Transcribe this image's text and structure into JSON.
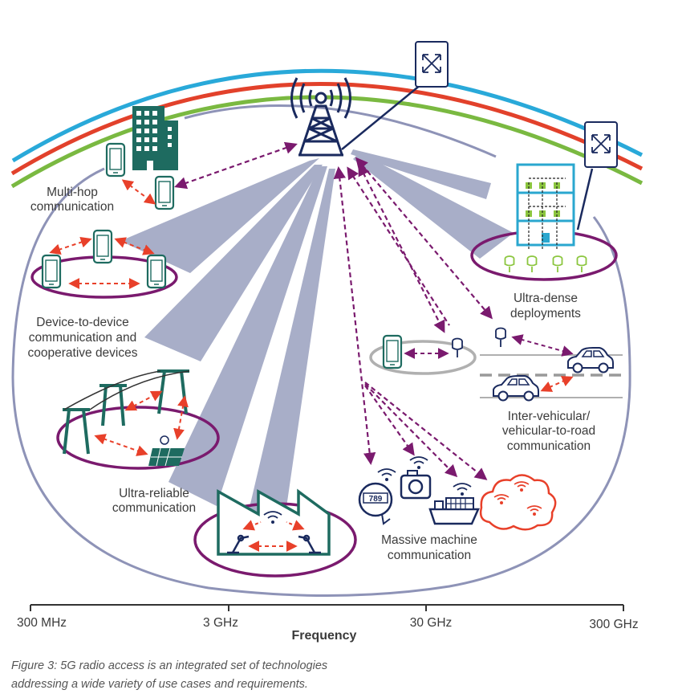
{
  "labels": {
    "multihop": [
      "Multi-hop",
      "communication"
    ],
    "d2d": [
      "Device-to-device",
      "communication and",
      "cooperative devices"
    ],
    "reliable": [
      "Ultra-reliable",
      "communication"
    ],
    "dense": [
      "Ultra-dense",
      "deployments"
    ],
    "vehicular": [
      "Inter-vehicular/",
      "vehicular-to-road",
      "communication"
    ],
    "machine": [
      "Massive machine",
      "communication"
    ]
  },
  "axis": {
    "ticks": [
      "300 MHz",
      "3 GHz",
      "30 GHz",
      "300 GHz"
    ],
    "title": "Frequency"
  },
  "meter_reading": "789",
  "caption": [
    "Figure 3: 5G radio access is an integrated set of technologies",
    "addressing a wide variety of use cases and requirements."
  ],
  "colors": {
    "navy": "#1a2a5e",
    "purple": "#7a1a6e",
    "red": "#e8402a",
    "teal": "#1e6b60",
    "beam": "#a8aec8",
    "arc_blue": "#29a9d9",
    "arc_red": "#e2412b",
    "arc_green": "#7ab941",
    "building_cyan": "#2aa7cf",
    "leaf_green": "#8cc63f",
    "gray": "#9a9a9a"
  },
  "icons": [
    "cell-tower-icon",
    "base-station-icon",
    "smartphone-icon",
    "building-icon",
    "factory-icon",
    "robot-arm-icon",
    "solar-panel-icon",
    "car-icon",
    "ship-icon",
    "camera-icon",
    "smart-meter-icon",
    "cloud-icon",
    "sensor-icon",
    "power-pylon-icon"
  ]
}
